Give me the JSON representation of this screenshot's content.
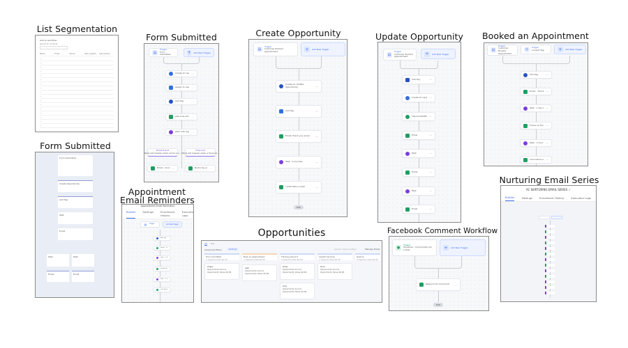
{
  "panels": {
    "list_segmentation": {
      "title": "List Segmentation",
      "heading": "Add to workflow",
      "search_label": "Search for contacts",
      "columns": [
        "Name",
        "Email",
        "Phone",
        "Date created",
        "Last activity"
      ]
    },
    "form_submitted_a": {
      "title": "Form Submitted",
      "trigger": {
        "label": "Trigger",
        "name": "Form Submitted"
      },
      "add_trigger": "Add New Trigger",
      "steps": [
        "Create Or Update Opportunity",
        "Assign to user",
        "Add Tag",
        "welcome email",
        "Wait until appointment email"
      ],
      "branches": [
        {
          "label": "Email Event",
          "desc": "What will happen when email is o..."
        },
        {
          "label": "Time Out",
          "desc": "What will happen when a timeout..."
        }
      ],
      "branch_steps": [
        "Email - booking link",
        "Nurturing email"
      ]
    },
    "create_opportunity": {
      "title": "Create Opportunity",
      "trigger": {
        "label": "Trigger",
        "name": "Customer Booked Appointment"
      },
      "add_trigger": "Add New Trigger",
      "steps": [
        "Create Or Update Opportunity",
        "Add Tag",
        "Email: thank you email",
        "Wait : 2 minutes",
        "confirmation email"
      ],
      "end": "END"
    },
    "update_opportunity": {
      "title": "Update Opportunity",
      "trigger": {
        "label": "Trigger",
        "name": "Customer Booked Appointment"
      },
      "add_trigger": "Add New Trigger",
      "steps": [
        "Add Tag",
        "Create Or Update Opportunity",
        "Internal Notification",
        "Email",
        "Wait",
        "Email",
        "Wait",
        "Email"
      ]
    },
    "booked_appointment": {
      "title": "Booked an Appointment",
      "triggers": [
        {
          "label": "Trigger",
          "name": "Customer Booked Appointment"
        },
        {
          "label": "Trigger",
          "name": "Contact Tag"
        }
      ],
      "add_trigger": "Add New Trigger",
      "steps": [
        "Add Tag",
        "Email - Thank you for Scheduling",
        "Wait - 1 day before the appointment",
        "Follow up Email - 1 day before",
        "Wait - 1 hour before the appointment",
        "1hrs before appointment email"
      ]
    },
    "form_submitted_b": {
      "title": "Form Submitted",
      "cards": [
        "Form Submitted",
        "Create Opportunity",
        "Add Tag",
        "Wait",
        "Email",
        "Wait",
        "Wait",
        "Email",
        "Email"
      ]
    },
    "appointment_reminders": {
      "title_line1": "Appointment",
      "title_line2": "Email Reminders",
      "header": "Appointment Email Reminders",
      "tabs": [
        "Builder",
        "Settings",
        "Enrollment History",
        "Execution Logs"
      ],
      "trigger": {
        "label": "Trigger",
        "name": "Customer Booked Appointment"
      },
      "add_trigger": "Add New Trigger",
      "steps": [
        "Add Tag",
        "Email - Thank you for Scheduling",
        "Wait - 1 day before appointment",
        "Follow up Email - 1 day before",
        "Wait - 1 hour before appointment",
        "1hrs before appointment email"
      ]
    },
    "opportunities": {
      "title": "Opportunities",
      "tabs": [
        "All",
        "List"
      ],
      "advanced_filters": "Advanced Filters",
      "sort": "Sort (1)",
      "search_placeholder": "Search Opportunities",
      "manage_fields": "Manage Fields",
      "stages": [
        {
          "name": "Form submitted",
          "meta": "1 Opportunities  $0.00"
        },
        {
          "name": "Book an appointment",
          "meta": "1 Opportunities  $0.00"
        },
        {
          "name": "Thinking about it",
          "meta": "2 Opportunities  $0.00"
        },
        {
          "name": "Availed Services",
          "meta": "1 Opportunities  $0.00"
        },
        {
          "name": "Decline",
          "meta": "0 Opportunities  $0.00"
        }
      ],
      "cards": [
        {
          "name": "Angie",
          "source": "Opportunity Source",
          "value": "Opportunity Value  $0.00"
        },
        {
          "name": "Alex",
          "source": "Opportunity Source",
          "value": "Opportunity Value  $0.00"
        },
        {
          "name": "Greg",
          "source": "Opportunity Source",
          "value": "Opportunity Value  $0.00"
        },
        {
          "name": "Gina",
          "source": "Opportunity Source",
          "value": "Opportunity Value  $0.00"
        },
        {
          "name": "Amy",
          "source": "Opportunity Source",
          "value": "Opportunity Value  $0.00"
        }
      ]
    },
    "facebook_comment": {
      "title": "Facebook Comment Workflow",
      "trigger": {
        "label": "Trigger",
        "name": "Facebook - Comment(s) On A Post"
      },
      "add_trigger": "Add New Trigger",
      "steps": [
        "Respond On Comment"
      ],
      "end": "END"
    },
    "nurturing_series": {
      "title": "Nurturing Email Series",
      "header": "AC NURTURING EMAIL SERIES",
      "tabs": [
        "Builder",
        "Settings",
        "Enrollment History",
        "Execution Logs"
      ],
      "step_count": 13
    }
  },
  "colors": {
    "accent_blue": "#3b6ae8",
    "action_purple": "#7a3de0",
    "action_green": "#1f9e62",
    "frame_border": "#8a8a8a",
    "canvas_bg": "#f7f8fa"
  }
}
